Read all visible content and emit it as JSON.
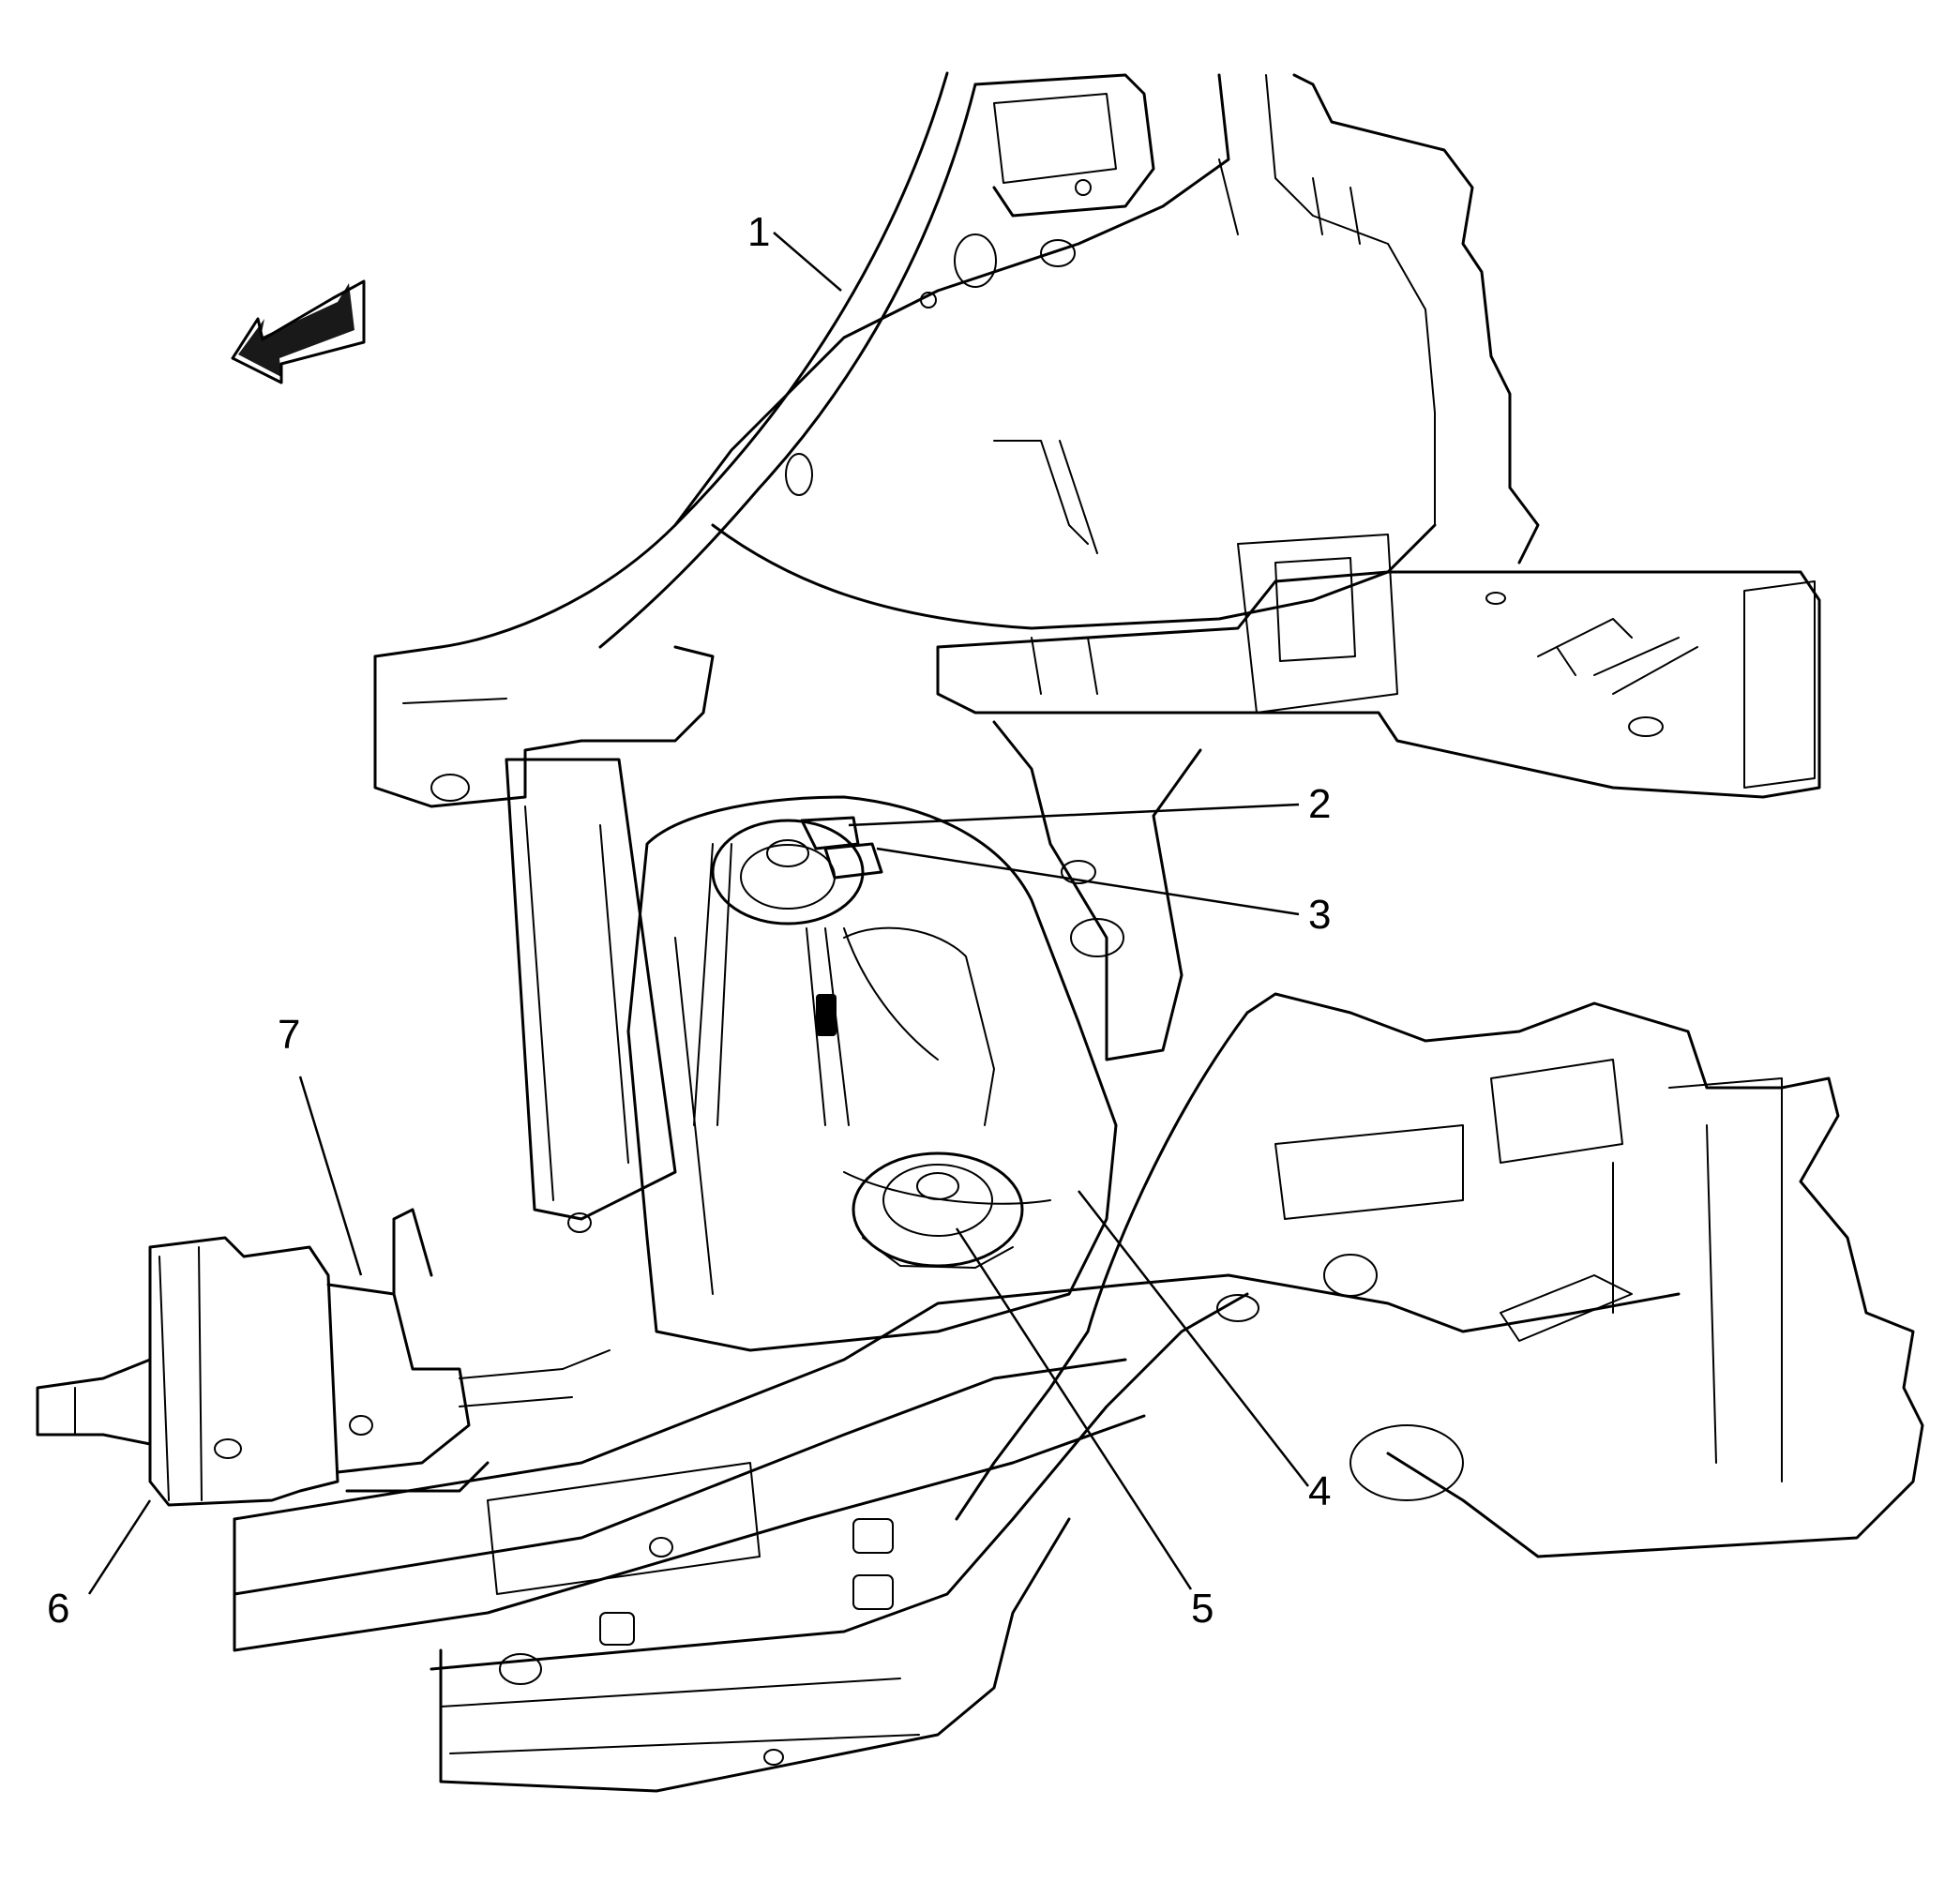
{
  "callouts": [
    {
      "id": "1",
      "label": "1"
    },
    {
      "id": "2",
      "label": "2"
    },
    {
      "id": "3",
      "label": "3"
    },
    {
      "id": "4",
      "label": "4"
    },
    {
      "id": "5",
      "label": "5"
    },
    {
      "id": "6",
      "label": "6"
    },
    {
      "id": "7",
      "label": "7"
    }
  ],
  "direction_arrow": {
    "icon": "front-direction-arrow-icon"
  },
  "colors": {
    "line": "#000000",
    "background": "#ffffff"
  }
}
